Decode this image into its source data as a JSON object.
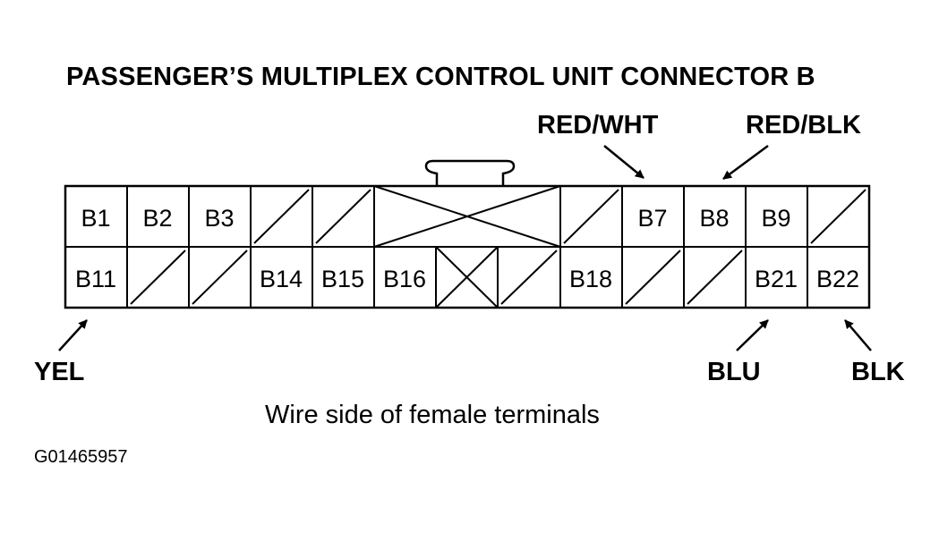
{
  "title": "PASSENGER’S MULTIPLEX CONTROL UNIT CONNECTOR B",
  "wire_labels": {
    "b1_b11": "YEL",
    "b7": "RED/WHT",
    "b8": "RED/BLK",
    "b21": "BLU",
    "b22": "BLK"
  },
  "connector": {
    "top_row": [
      "B1",
      "B2",
      "B3",
      "",
      "",
      "",
      "",
      "",
      "",
      "B7",
      "B8",
      "B9",
      ""
    ],
    "bottom_row": [
      "B11",
      "",
      "",
      "B14",
      "B15",
      "B16",
      "",
      "",
      "B18",
      "",
      "",
      "B21",
      "B22"
    ]
  },
  "caption": "Wire side of female terminals",
  "figure_id": "G01465957"
}
